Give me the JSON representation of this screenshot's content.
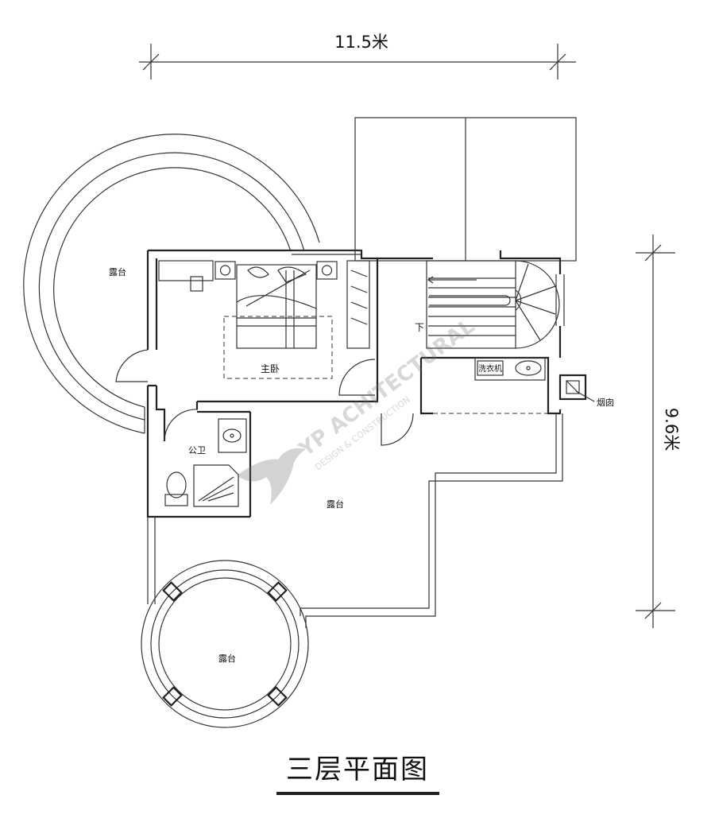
{
  "dimensions": {
    "width": "11.5米",
    "depth": "9.6米"
  },
  "rooms": {
    "terrace_left": "露台",
    "master_bedroom": "主卧",
    "public_bathroom": "公卫",
    "terrace_center": "露台",
    "terrace_round": "露台",
    "stair_down": "下",
    "washer": "洗衣机",
    "chimney": "烟囱"
  },
  "watermark": {
    "brand": "YP ACHITECTURAL",
    "tagline": "DESIGN & CONSTRUCTION"
  },
  "title": "三层平面图"
}
